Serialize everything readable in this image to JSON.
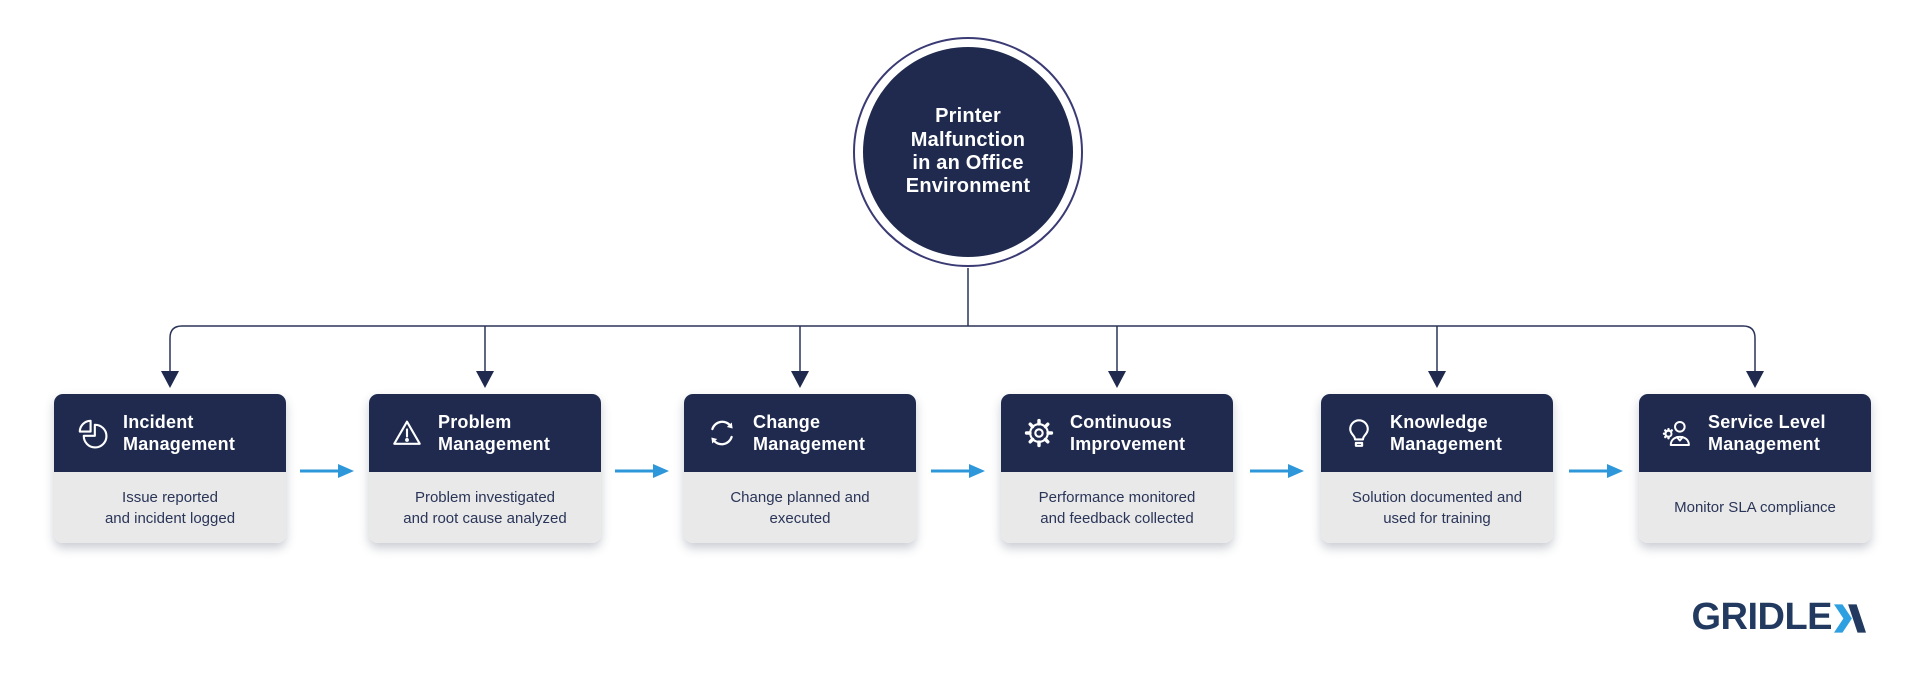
{
  "root": {
    "title": "Printer\nMalfunction\nin an Office\nEnvironment"
  },
  "stages": [
    {
      "icon": "pie-chart-icon",
      "title": "Incident\nManagement",
      "description": "Issue reported\nand incident logged"
    },
    {
      "icon": "warning-triangle-icon",
      "title": "Problem\nManagement",
      "description": "Problem investigated\nand root cause analyzed"
    },
    {
      "icon": "refresh-icon",
      "title": "Change\nManagement",
      "description": "Change planned and\nexecuted"
    },
    {
      "icon": "gear-icon",
      "title": "Continuous\nImprovement",
      "description": "Performance monitored\nand feedback collected"
    },
    {
      "icon": "lightbulb-icon",
      "title": "Knowledge\nManagement",
      "description": "Solution documented and\nused for training"
    },
    {
      "icon": "person-gear-icon",
      "title": "Service Level\nManagement",
      "description": "Monitor SLA compliance"
    }
  ],
  "footer": {
    "brand_prefix": "GRIDLE",
    "brand_suffix": "X"
  },
  "colors": {
    "navy": "#1F2A4E",
    "connector_navy": "#2B3459",
    "card_body_gray": "#E9E9E9",
    "flow_arrow_blue": "#2E97DA",
    "ring_outline": "#3A3A74",
    "logo_navy": "#223A5F",
    "logo_blue": "#2E9FE0"
  }
}
